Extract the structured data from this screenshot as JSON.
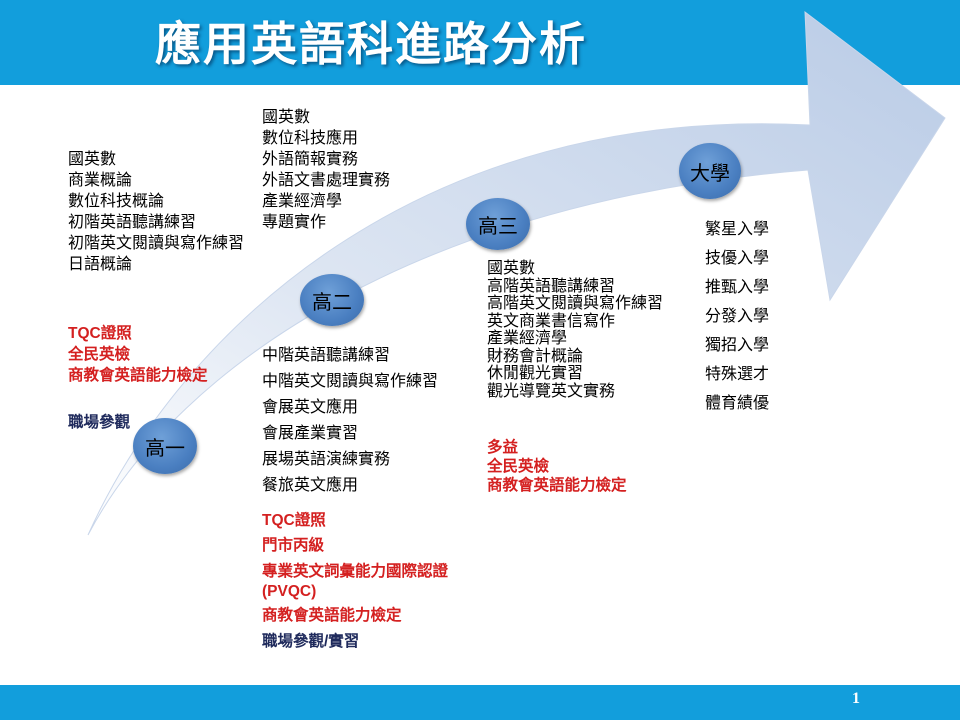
{
  "title": "應用英語科進路分析",
  "page_number": "1",
  "stages": {
    "grade1": {
      "label": "高一",
      "courses": [
        "國英數",
        "商業概論",
        "數位科技概論",
        "初階英語聽講練習",
        "初階英文閱讀與寫作練習",
        "日語概論"
      ],
      "certifications": [
        "TQC證照",
        "全民英檢",
        "商教會英語能力檢定"
      ],
      "activity": "職場參觀"
    },
    "grade2": {
      "label": "高二",
      "courses_top": [
        "國英數",
        "數位科技應用",
        "外語簡報實務",
        "外語文書處理實務",
        "產業經濟學",
        "專題實作"
      ],
      "courses": [
        "中階英語聽講練習",
        "中階英文閱讀與寫作練習",
        "會展英文應用",
        "會展產業實習",
        "展場英語演練實務",
        "餐旅英文應用"
      ],
      "certifications": [
        "TQC證照",
        "門市丙級",
        "專業英文詞彙能力國際認證",
        "(PVQC)",
        "商教會英語能力檢定"
      ],
      "activity": "職場參觀/實習"
    },
    "grade3": {
      "label": "高三",
      "courses": [
        "國英數",
        "高階英語聽講練習",
        "高階英文閱讀與寫作練習",
        "英文商業書信寫作",
        "產業經濟學",
        "財務會計概論",
        "休閒觀光實習",
        "觀光導覽英文實務"
      ],
      "certifications": [
        "多益",
        "全民英檢",
        "商教會英語能力檢定"
      ]
    },
    "university": {
      "label": "大學",
      "routes": [
        "繁星入學",
        "技優入學",
        "推甄入學",
        "分發入學",
        "獨招入學",
        "特殊選才",
        "體育績優"
      ]
    }
  },
  "colors": {
    "banner": "#129edc",
    "arrow": "#c5d4ea",
    "node": "#4a7fc1",
    "certification_text": "#d42020",
    "activity_text": "#1f2a5c"
  }
}
